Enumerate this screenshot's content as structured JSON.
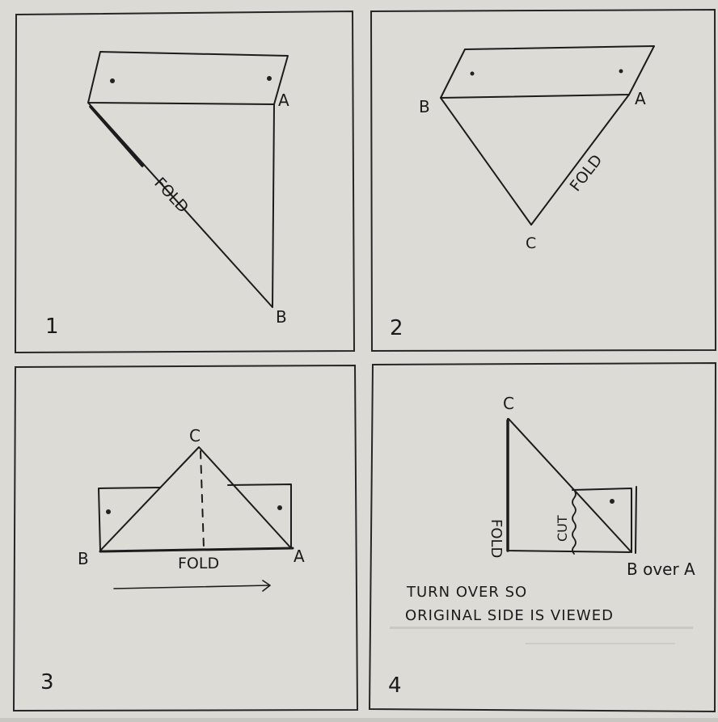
{
  "panels": [
    {
      "number": "1",
      "labels": {
        "a": "A",
        "b": "B"
      },
      "fold_label": "FOLD"
    },
    {
      "number": "2",
      "labels": {
        "a": "A",
        "b": "B",
        "c": "C"
      },
      "fold_label": "FOLD"
    },
    {
      "number": "3",
      "labels": {
        "a": "A",
        "b": "B",
        "c": "C"
      },
      "fold_label": "FOLD"
    },
    {
      "number": "4",
      "labels": {
        "c": "C",
        "b_over_a": "B over A"
      },
      "fold_label": "FOLD",
      "cut_label": "CUT",
      "note_lines": [
        "TURN OVER SO",
        "ORIGINAL SIDE IS VIEWED"
      ]
    }
  ]
}
